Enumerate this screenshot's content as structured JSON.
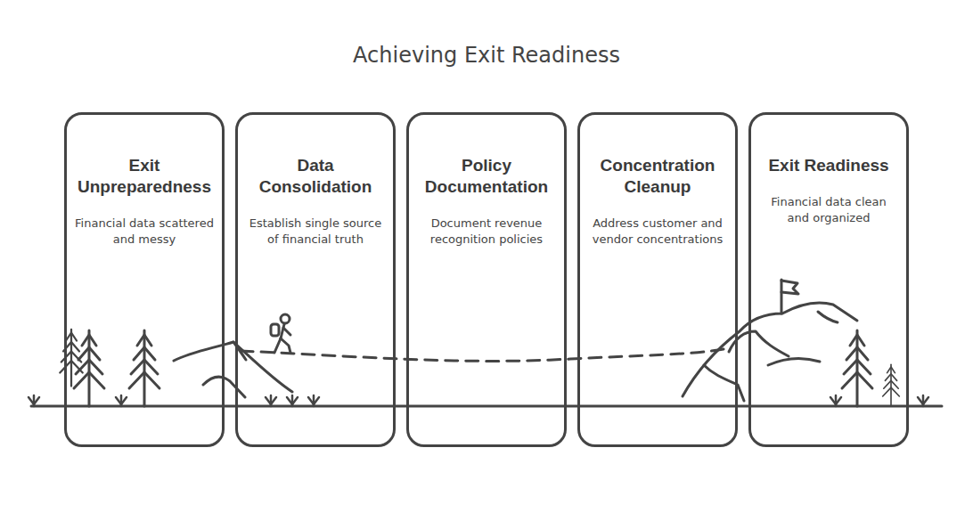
{
  "diagram": {
    "title": "Achieving Exit Readiness",
    "nodes": [
      {
        "text": [
          "Exit Unpreparedness",
          "Financial data scattered and messy"
        ]
      },
      {
        "text": [
          "Data Consolidation",
          "Establish single source of financial truth"
        ]
      },
      {
        "text": [
          "Policy Documentation",
          "Document revenue recognition policies"
        ]
      },
      {
        "text": [
          "Concentration Cleanup",
          "Address customer and vendor concentrations"
        ]
      },
      {
        "text": [
          "Exit Readiness",
          "Financial data clean and organized"
        ]
      }
    ]
  }
}
